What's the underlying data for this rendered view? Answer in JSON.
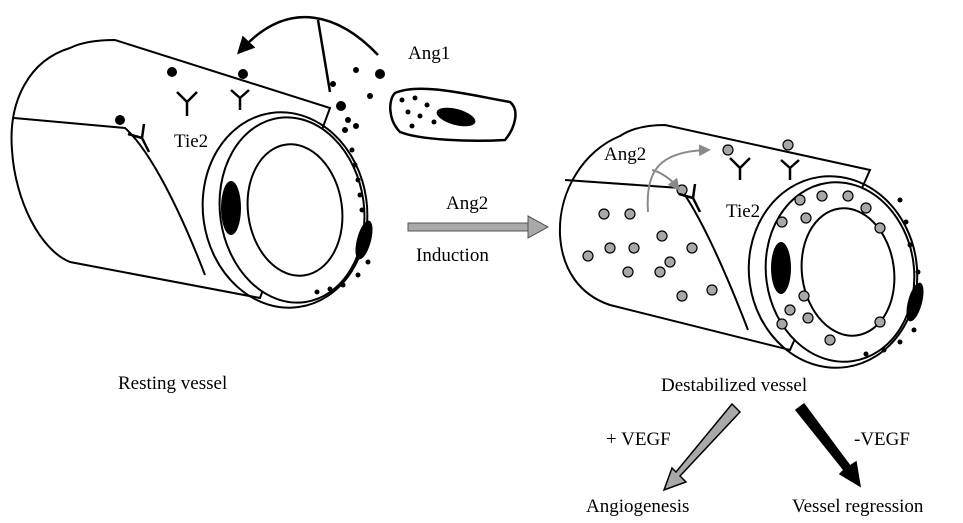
{
  "labels": {
    "ang1": "Ang1",
    "tie2_left": "Tie2",
    "ang2_arrow": "Ang2",
    "induction": "Induction",
    "resting_vessel": "Resting vessel",
    "ang2_right": "Ang2",
    "tie2_right": "Tie2",
    "destabilized_vessel": "Destabilized vessel",
    "plus_vegf": "+ VEGF",
    "minus_vegf": "-VEGF",
    "angiogenesis": "Angiogenesis",
    "vessel_regression": "Vessel regression"
  },
  "colors": {
    "stroke": "#000000",
    "ang2_particle": "#a8a8a8",
    "grey_arrow": "#a9a9a9"
  }
}
